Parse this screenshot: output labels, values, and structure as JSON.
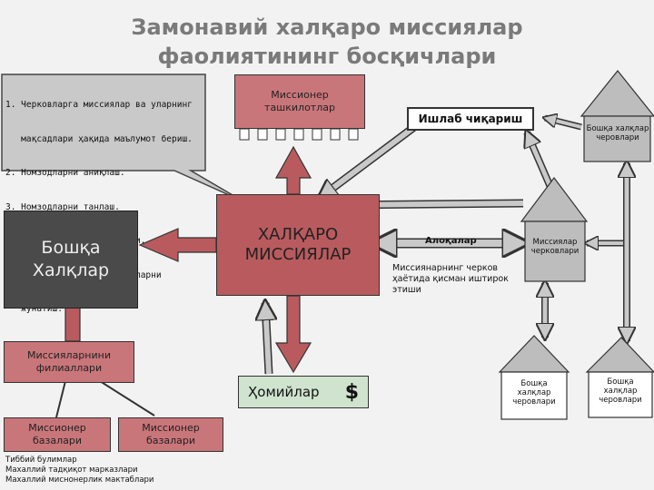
{
  "title": {
    "line1": "Замонавий халқаро миссиялар",
    "line2": "фаолиятининг босқичлари"
  },
  "stages_list": [
    "1. Черковларга миссиялар ва уларнинг",
    "   мақсадлари ҳақида маълумот бериш.",
    "2. Номзодларни аниқлаш.",
    "3. Номзодларни танлаш.",
    "4. Миссионерлик мактаблари.",
    "5. Лойиҳалар ва миссионерларни",
    "   жўнатиш."
  ],
  "nodes": {
    "mission_orgs": "Миссионер ташкилотлар",
    "central": "ХАЛҚАРО МИССИЯЛАР",
    "other_peoples": "Бошқа Халқлар",
    "branches": "Миссияларнини филиаллари",
    "base1": "Миссионер базалари",
    "base2": "Миссионер базалари",
    "sponsors": "Ҳомийлар",
    "sponsors_symbol": "$",
    "production": "Ишлаб чиқариш",
    "relations": "Алоқалар",
    "relations_note": "Миссиянарнинг черков ҳаётида қисман иштирок этиши",
    "mission_churches": "Миссиялар черковлари",
    "other_churches_top": "Бошқа халқлар черовлари",
    "other_churches_bl": "Бошқа халқлар черовлари",
    "other_churches_br": "Бошқа халқлар черовлари"
  },
  "bottom_notes": [
    "Тиббий булимлар",
    "Махаллий тадқиқот марказлари",
    "Махаллий миснонерлик мактаблари"
  ],
  "colors": {
    "red": "#b95b5e",
    "dark": "#4a4a4a",
    "green": "#cfe3cf",
    "house": "#bdbdbd",
    "arrow": "#c9c9c9"
  }
}
